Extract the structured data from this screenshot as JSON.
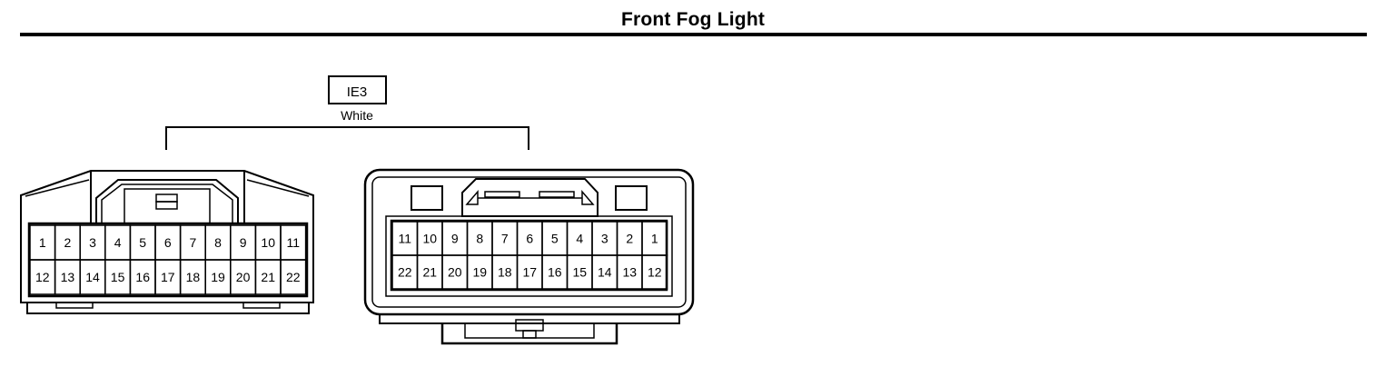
{
  "title": "Front Fog Light",
  "connector": {
    "code": "IE3",
    "color": "White"
  },
  "male_connector": {
    "rows": [
      [
        "1",
        "2",
        "3",
        "4",
        "5",
        "6",
        "7",
        "8",
        "9",
        "10",
        "11"
      ],
      [
        "12",
        "13",
        "14",
        "15",
        "16",
        "17",
        "18",
        "19",
        "20",
        "21",
        "22"
      ]
    ]
  },
  "female_connector": {
    "rows": [
      [
        "11",
        "10",
        "9",
        "8",
        "7",
        "6",
        "5",
        "4",
        "3",
        "2",
        "1"
      ],
      [
        "22",
        "21",
        "20",
        "19",
        "18",
        "17",
        "16",
        "15",
        "14",
        "13",
        "12"
      ]
    ]
  }
}
